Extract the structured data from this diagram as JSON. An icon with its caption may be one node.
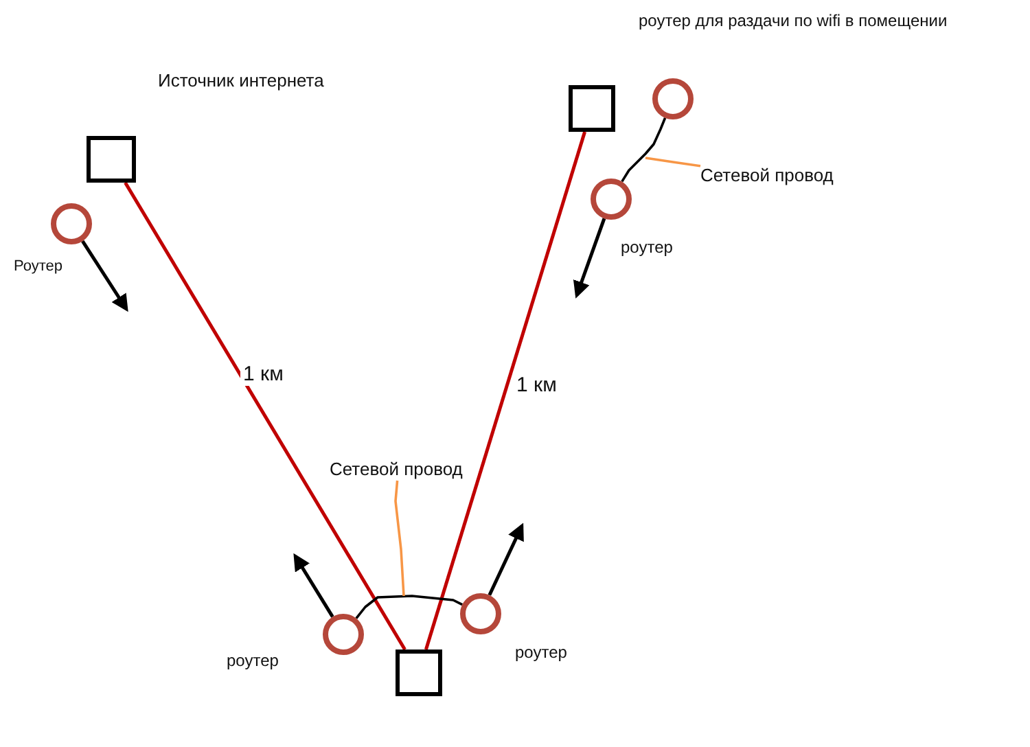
{
  "diagram": {
    "nodes": [
      {
        "text": [],
        "shape": "box",
        "beside": [
          "Источник интернета"
        ]
      },
      {
        "text": [],
        "shape": "circle",
        "beside": [
          "Роутер"
        ]
      },
      {
        "text": [],
        "shape": "box"
      },
      {
        "text": [],
        "shape": "circle",
        "beside": [
          "роутер для раздачи по wifi в помещении"
        ]
      },
      {
        "text": [],
        "shape": "circle",
        "beside": [
          "роутер"
        ]
      },
      {
        "text": [
          "Сетевой провод"
        ]
      },
      {
        "text": [],
        "shape": "box"
      },
      {
        "text": [],
        "shape": "circle",
        "beside": [
          "роутер"
        ]
      },
      {
        "text": [],
        "shape": "circle",
        "beside": [
          "роутер"
        ]
      },
      {
        "text": [
          "Сетевой провод"
        ]
      }
    ],
    "edges": [
      {
        "from": 0,
        "to": 6,
        "arrow": "none",
        "label": "1 км",
        "color": "#c00000"
      },
      {
        "from": 2,
        "to": 6,
        "arrow": "none",
        "label": "1 км",
        "color": "#c00000"
      },
      {
        "from": 3,
        "to": 4,
        "arrow": "none"
      },
      {
        "from": 7,
        "to": 8,
        "arrow": "none"
      },
      {
        "from": 5,
        "to": null,
        "arrow": "none",
        "color": "#f79646"
      },
      {
        "from": 9,
        "to": null,
        "arrow": "none",
        "color": "#f79646"
      },
      {
        "from": 1,
        "to": null,
        "arrow": "to"
      },
      {
        "from": 4,
        "to": null,
        "arrow": "to"
      },
      {
        "from": 7,
        "to": null,
        "arrow": "to"
      },
      {
        "from": 8,
        "to": null,
        "arrow": "to"
      }
    ]
  }
}
